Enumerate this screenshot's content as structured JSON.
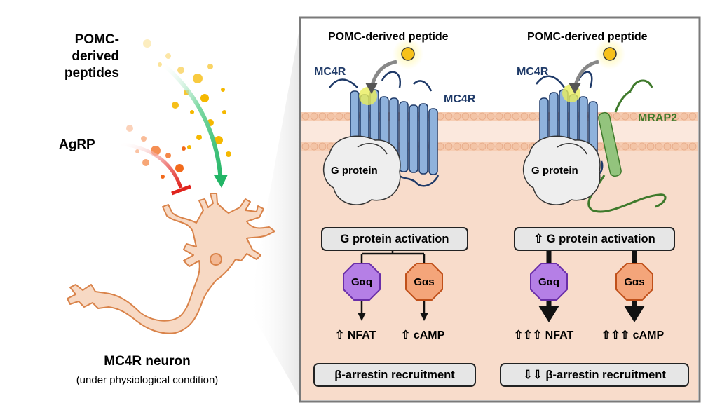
{
  "left": {
    "pomc_label": [
      "POMC-",
      "derived",
      "peptides"
    ],
    "agrp_label": "AgRP",
    "neuron_title": "MC4R neuron",
    "neuron_subtitle": "(under physiological condition)"
  },
  "panel_left": {
    "ligand_label": "POMC-derived peptide",
    "receptor_label_1": "MC4R",
    "receptor_label_2": "MC4R",
    "gprotein_label": "G protein",
    "activation_box": "G protein activation",
    "gaq_label": "Gαq",
    "gas_label": "Gαs",
    "nfat_output": "⇧ NFAT",
    "camp_output": "⇧ cAMP",
    "arrestin_box": "β-arrestin recruitment"
  },
  "panel_right": {
    "ligand_label": "POMC-derived peptide",
    "receptor_label": "MC4R",
    "accessory_label": "MRAP2",
    "gprotein_label": "G protein",
    "activation_box": "⇧ G protein activation",
    "gaq_label": "Gαq",
    "gas_label": "Gαs",
    "nfat_output": "⇧⇧⇧ NFAT",
    "camp_output": "⇧⇧⇧ cAMP",
    "arrestin_box": "⇩⇩ β-arrestin recruitment"
  },
  "colors": {
    "pomc_dots": "#f5b800",
    "agrp_dots": "#f26a1b",
    "stimulatory_arrow": "#2fbf71",
    "inhibitory_bar": "#e0231d",
    "receptor_blue": "#8fb2dc",
    "mrap2_green": "#93c47d",
    "gaq_purple": "#b57fe6",
    "gas_orange": "#f4a57a",
    "cytoplasm": "#f8dccb",
    "neuron_fill": "#f7d9c4",
    "neuron_stroke": "#d9834a"
  }
}
